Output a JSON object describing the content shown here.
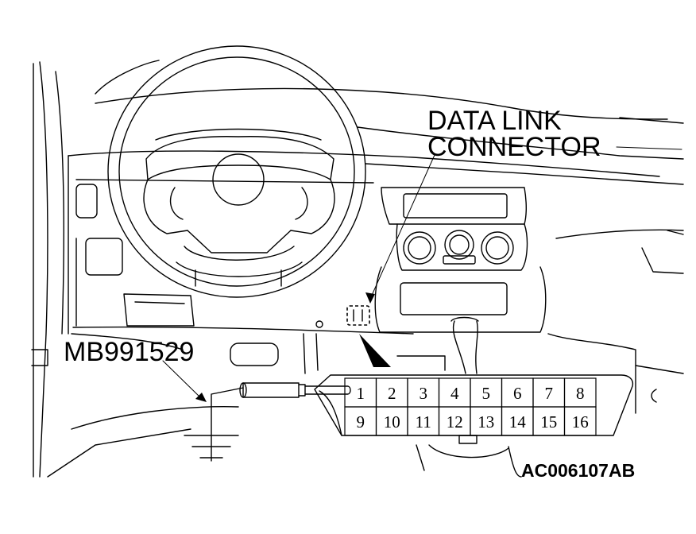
{
  "labels": {
    "connector_line1": "DATA LINK",
    "connector_line2": "CONNECTOR",
    "tool": "MB991529",
    "figure_code": "AC006107AB"
  },
  "connector": {
    "top_row": [
      "1",
      "2",
      "3",
      "4",
      "5",
      "6",
      "7",
      "8"
    ],
    "bottom_row": [
      "9",
      "10",
      "11",
      "12",
      "13",
      "14",
      "15",
      "16"
    ]
  }
}
